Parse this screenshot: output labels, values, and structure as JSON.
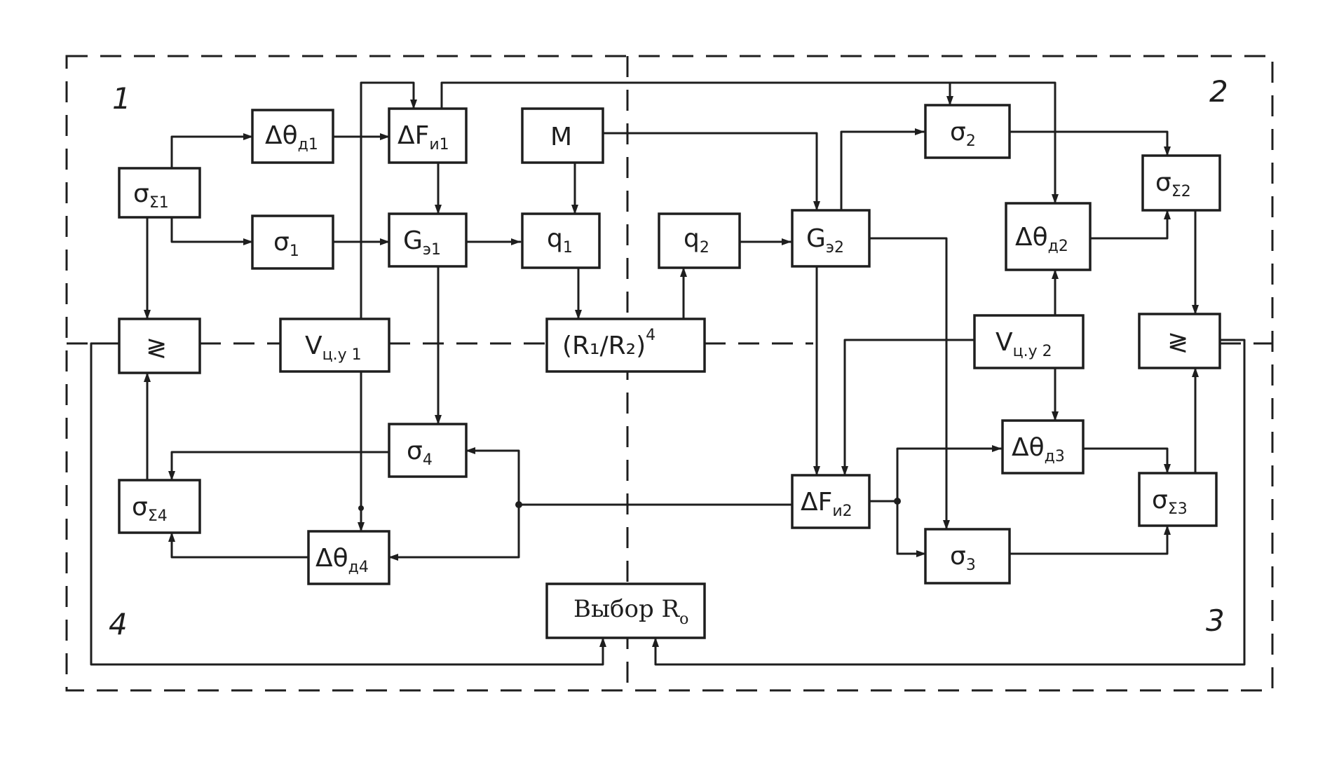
{
  "corners": {
    "c1": "1",
    "c2": "2",
    "c3": "3",
    "c4": "4"
  },
  "blocks": {
    "sigma_sum1": {
      "main": "σ",
      "sub": "Σ1"
    },
    "dtheta_d1": {
      "main": "Δθ",
      "sub": "д1"
    },
    "dF_i1": {
      "main": "ΔF",
      "sub": "и1"
    },
    "M": {
      "main": "M"
    },
    "sigma2": {
      "main": "σ",
      "sub": "2"
    },
    "sigma_sum2": {
      "main": "σ",
      "sub": "Σ2"
    },
    "sigma1": {
      "main": "σ",
      "sub": "1"
    },
    "G_e1": {
      "main": "G",
      "sub": "э1"
    },
    "q1": {
      "main": "q",
      "sub": "1"
    },
    "q2": {
      "main": "q",
      "sub": "2"
    },
    "G_e2": {
      "main": "G",
      "sub": "э2"
    },
    "dtheta_d2": {
      "main": "Δθ",
      "sub": "д2"
    },
    "cmp_left": {
      "main": "≷"
    },
    "V_cu1": {
      "main": "V",
      "sub": "ц.у 1"
    },
    "ratio": {
      "main": "(R₁/R₂)",
      "sup": "4"
    },
    "V_cu2": {
      "main": "V",
      "sub": "ц.у 2"
    },
    "cmp_right": {
      "main": "≷"
    },
    "sigma4": {
      "main": "σ",
      "sub": "4"
    },
    "dtheta_d3": {
      "main": "Δθ",
      "sub": "д3"
    },
    "sigma_sum4": {
      "main": "σ",
      "sub": "Σ4"
    },
    "dF_i2": {
      "main": "ΔF",
      "sub": "и2"
    },
    "sigma_sum3": {
      "main": "σ",
      "sub": "Σ3"
    },
    "dtheta_d4": {
      "main": "Δθ",
      "sub": "д4"
    },
    "sigma3": {
      "main": "σ",
      "sub": "3"
    },
    "vybor": {
      "main": "Выбор R",
      "sub": "o"
    }
  },
  "colors": {
    "ink": "#1e1e1e",
    "paper": "#ffffff"
  }
}
